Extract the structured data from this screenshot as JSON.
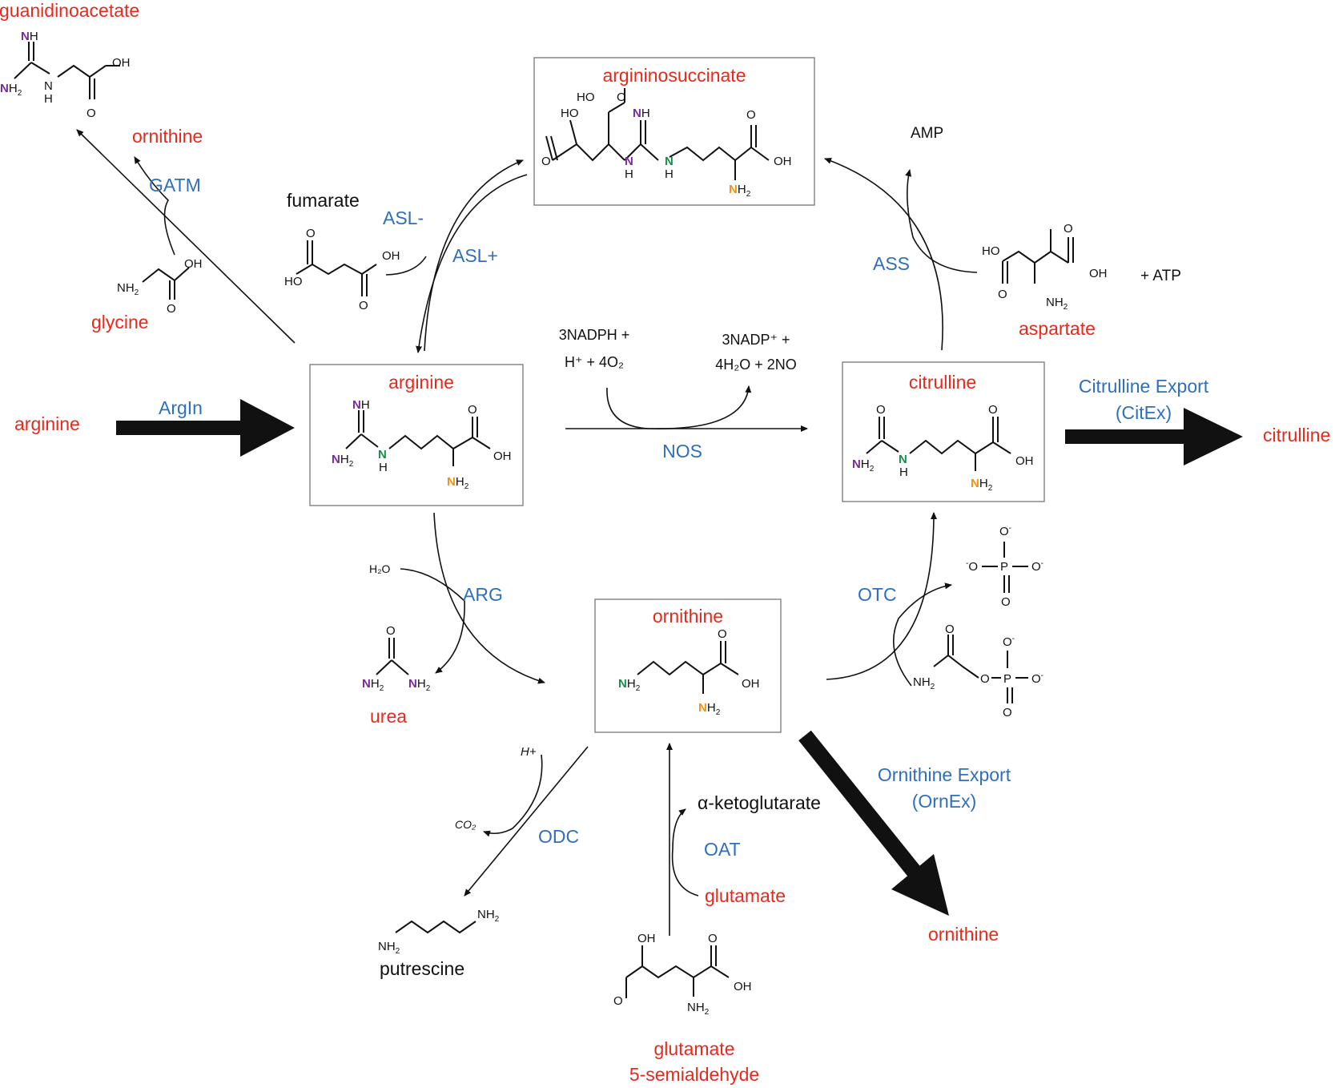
{
  "labels": {
    "guanidinoacetate": "guanidinoacetate",
    "ornithine_gatm": "ornithine",
    "gatm": "GATM",
    "glycine": "glycine",
    "fumarate": "fumarate",
    "asl_minus": "ASL-",
    "asl_plus": "ASL+",
    "argininosuccinate": "argininosuccinate",
    "amp": "AMP",
    "ass": "ASS",
    "atp": "+ ATP",
    "aspartate": "aspartate",
    "arginine_ext": "arginine",
    "argin": "ArgIn",
    "arginine": "arginine",
    "nos_in_1": "3NADPH +",
    "nos_in_2": "H⁺ + 4O₂",
    "nos_out_1": "3NADP⁺ +",
    "nos_out_2": "4H₂O + 2NO",
    "nos": "NOS",
    "citrulline": "citrulline",
    "citex_1": "Citrulline Export",
    "citex_2": "(CitEx)",
    "citrulline_ext": "citrulline",
    "h2o": "H₂O",
    "arg": "ARG",
    "urea": "urea",
    "ornithine": "ornithine",
    "otc": "OTC",
    "h_plus": "H+",
    "co2": "CO₂",
    "odc": "ODC",
    "putrescine": "putrescine",
    "akg": "α-ketoglutarate",
    "oat": "OAT",
    "glutamate": "glutamate",
    "g5s_1": "glutamate",
    "g5s_2": "5-semialdehyde",
    "ornex_1": "Ornithine Export",
    "ornex_2": "(OrnEx)",
    "ornithine_ext": "ornithine"
  },
  "colors": {
    "metabolite": "#e8291c",
    "enzyme": "#2f6fbe",
    "cofactor": "#111111",
    "nitrogen_guanidino": "#7a2a9a",
    "nitrogen_delta": "#139144",
    "nitrogen_alpha": "#f39018"
  }
}
